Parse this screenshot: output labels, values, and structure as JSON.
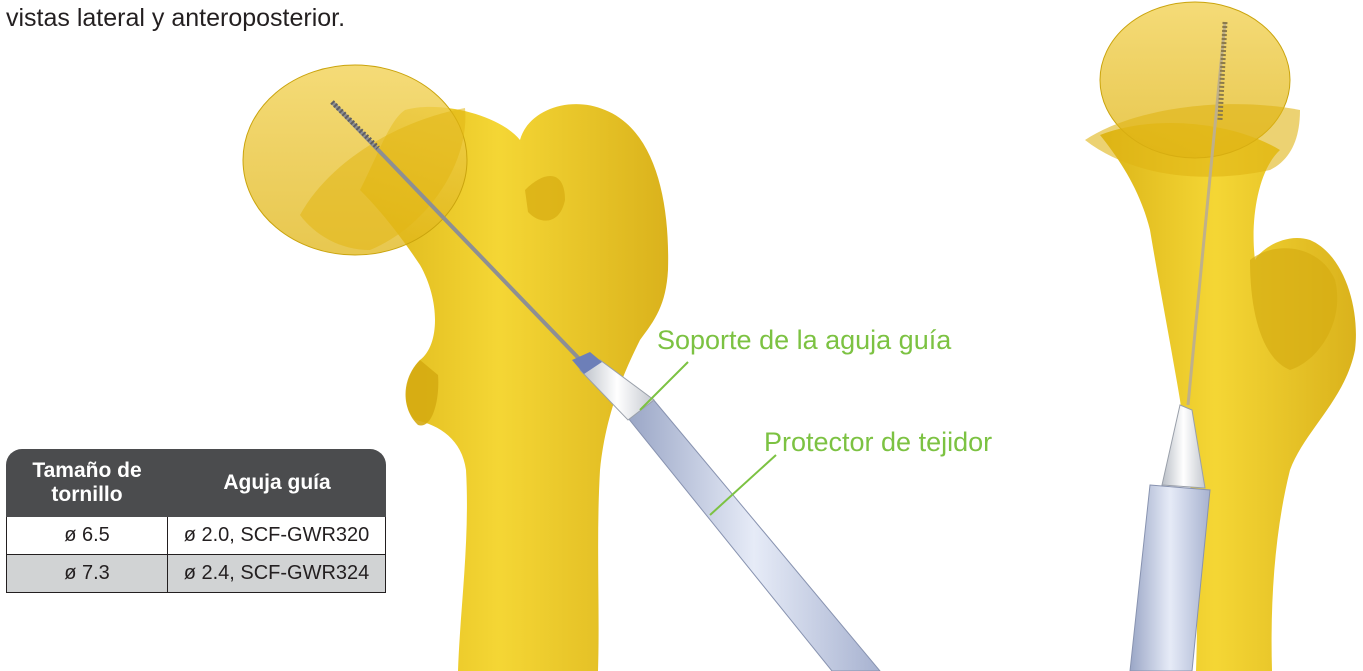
{
  "caption": "vistas lateral y anteroposterior.",
  "callouts": {
    "guide_holder": "Soporte de la aguja guía",
    "tissue_protector": "Protector de tejidor"
  },
  "table": {
    "headers": [
      "Tamaño de tornillo",
      "Aguja guía"
    ],
    "rows": [
      [
        "ø 6.5",
        "ø 2.0, SCF-GWR320"
      ],
      [
        "ø 7.3",
        "ø 2.4, SCF-GWR324"
      ]
    ]
  },
  "colors": {
    "bone": "#ecc91c",
    "callout_text": "#7cc242",
    "table_header": "#4b4c4e",
    "table_alt_row": "#d1d3d4",
    "instrument": "#c9d2e8"
  }
}
